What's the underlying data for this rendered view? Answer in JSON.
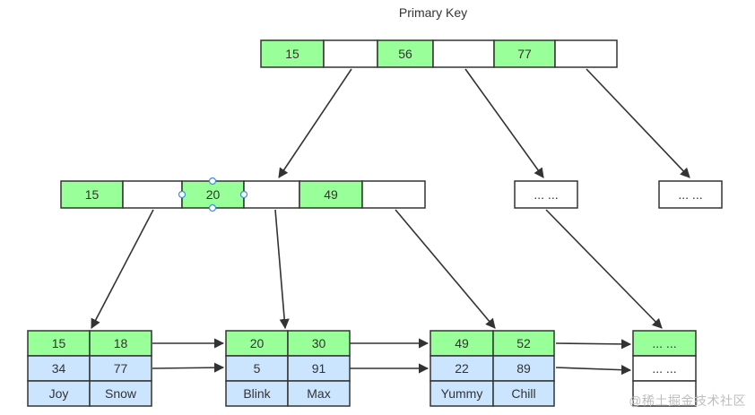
{
  "title": "Primary Key",
  "watermark": "@稀土掘金技术社区",
  "colors": {
    "key_fill": "#99ff99",
    "value_fill": "#cce5ff",
    "empty_fill": "#ffffff",
    "stroke": "#333333",
    "handle": "#3c8dde"
  },
  "root_node": {
    "keys": [
      "15",
      "",
      "56",
      "",
      "77",
      ""
    ]
  },
  "level2_nodes": [
    {
      "keys": [
        "15",
        "",
        "20",
        "",
        "49",
        ""
      ]
    },
    {
      "placeholder": "... ..."
    },
    {
      "placeholder": "... ..."
    }
  ],
  "leaf_nodes": [
    {
      "keys": [
        "15",
        "18"
      ],
      "ages": [
        "34",
        "77"
      ],
      "names": [
        "Joy",
        "Snow"
      ]
    },
    {
      "keys": [
        "20",
        "30"
      ],
      "ages": [
        "5",
        "91"
      ],
      "names": [
        "Blink",
        "Max"
      ]
    },
    {
      "keys": [
        "49",
        "52"
      ],
      "ages": [
        "22",
        "89"
      ],
      "names": [
        "Yummy",
        "Chill"
      ]
    },
    {
      "placeholders": [
        "... ...",
        "... ...",
        ""
      ]
    }
  ]
}
